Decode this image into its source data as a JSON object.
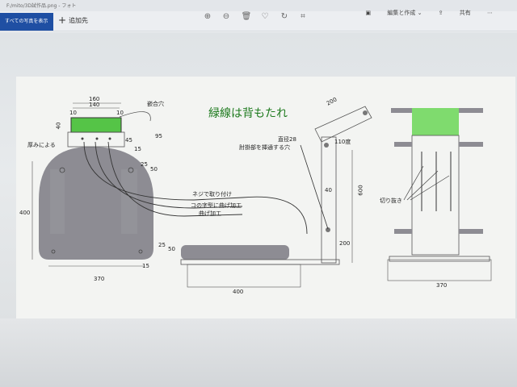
{
  "window": {
    "title": "F:/mito/3D試作品.png - フォト"
  },
  "toolbar": {
    "back_label": "すべての写真を表示",
    "add_label": "追加先",
    "edit_label": "編集と作成",
    "share_label": "共有",
    "icons": [
      "zoom-in-icon",
      "zoom-out-icon",
      "delete-icon",
      "favorite-icon",
      "rotate-icon",
      "crop-icon"
    ]
  },
  "drawing": {
    "caption": "緑線は背もたれ",
    "left_view": {
      "dim_top_outer": "160",
      "dim_top_inner": "140",
      "dim_left10": "10",
      "dim_right10": "10",
      "dim_height40": "40",
      "label_fit_hole": "嵌合穴",
      "label_thickness": "厚みによる",
      "dim_95": "95",
      "dim_45": "45",
      "dim_15a": "15",
      "dim_25a": "25",
      "dim_50a": "50",
      "dim_400": "400",
      "dim_25b": "25",
      "dim_50b": "50",
      "dim_15b": "15",
      "dim_bottom": "370"
    },
    "notes": {
      "screw": "ネジで取り付け",
      "u_bend": "コの字型に曲げ加工",
      "bend": "曲げ加工"
    },
    "side_view": {
      "dim_200_top": "200",
      "dia28": "直径28",
      "hole_note": "肘掛部を挿通する穴",
      "angle": "110度",
      "dim_40": "40",
      "dim_600": "600",
      "dim_200_side": "200",
      "dim_400": "400"
    },
    "front_view": {
      "cutout": "切り抜き",
      "dim_370": "370"
    }
  }
}
